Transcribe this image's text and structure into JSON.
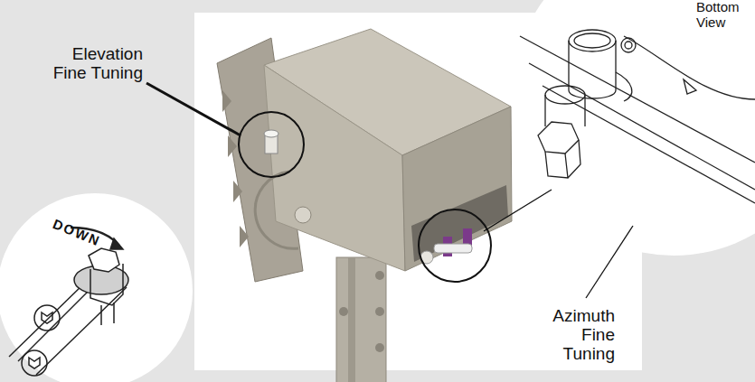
{
  "diagram": {
    "labels": [
      "Bottom View",
      "Elevation Fine Tuning",
      "Azimuth Fine Tuning",
      "DOWN"
    ]
  }
}
